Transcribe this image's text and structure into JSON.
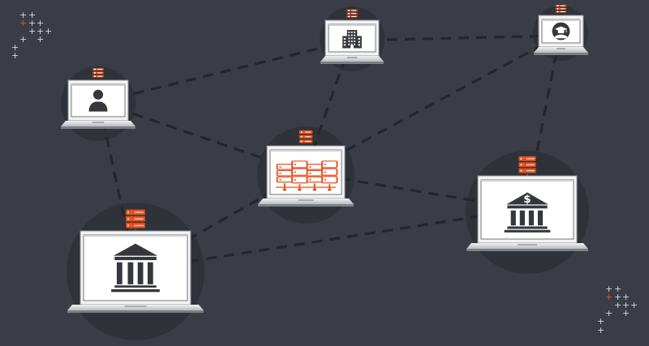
{
  "colors": {
    "background": "#3a3d45",
    "halo": "#2f3239",
    "connector": "#23262c",
    "accent": "#e8501f",
    "laptop_frame": "#dcdde0",
    "screen": "#ffffff",
    "icon": "#35373d",
    "decor_plus": "#d8d8dc"
  },
  "nodes": [
    {
      "id": "person",
      "icon": "person-icon",
      "badge": "server-badge-icon"
    },
    {
      "id": "office-building",
      "icon": "office-building-icon",
      "badge": "server-badge-icon"
    },
    {
      "id": "graduation",
      "icon": "graduation-cap-icon",
      "badge": "server-badge-icon"
    },
    {
      "id": "server-cluster",
      "icon": "server-cluster-icon",
      "badge": "server-badge-icon"
    },
    {
      "id": "central-bank",
      "icon": "bank-building-icon",
      "badge": "server-stack-badge-icon"
    },
    {
      "id": "dollar-bank",
      "icon": "dollar-bank-icon",
      "badge": "server-stack-badge-icon"
    }
  ],
  "edges": [
    [
      "person",
      "office-building"
    ],
    [
      "person",
      "server-cluster"
    ],
    [
      "person",
      "central-bank"
    ],
    [
      "office-building",
      "graduation"
    ],
    [
      "office-building",
      "server-cluster"
    ],
    [
      "graduation",
      "server-cluster"
    ],
    [
      "graduation",
      "dollar-bank"
    ],
    [
      "server-cluster",
      "central-bank"
    ],
    [
      "server-cluster",
      "dollar-bank"
    ],
    [
      "central-bank",
      "dollar-bank"
    ]
  ]
}
